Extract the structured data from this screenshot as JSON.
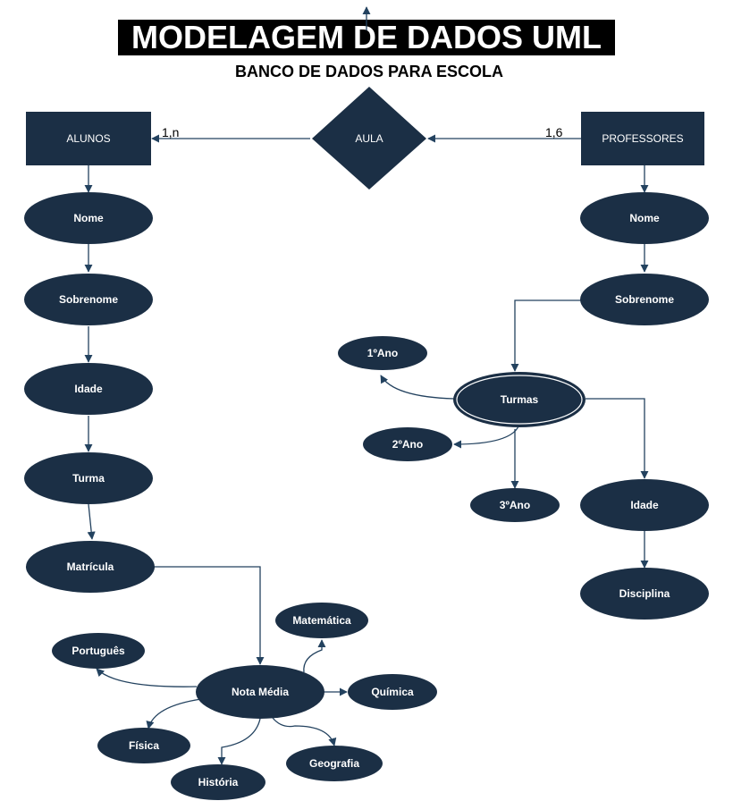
{
  "title": "MODELAGEM DE DADOS UML",
  "subtitle": "BANCO DE DADOS PARA ESCOLA",
  "colors": {
    "node_fill": "#1b2f45",
    "edge": "#23425f",
    "title_bg": "#000000"
  },
  "entities": {
    "alunos": "ALUNOS",
    "professores": "PROFESSORES"
  },
  "relationship": {
    "aula": "AULA"
  },
  "cardinalities": {
    "alunos": "1,n",
    "professores": "1,6"
  },
  "alunos_attributes": {
    "nome": "Nome",
    "sobrenome": "Sobrenome",
    "idade": "Idade",
    "turma": "Turma",
    "matricula": "Matrícula"
  },
  "nota_media": {
    "label": "Nota Média",
    "subjects": {
      "matematica": "Matemática",
      "portugues": "Português",
      "quimica": "Química",
      "fisica": "Física",
      "historia": "História",
      "geografia": "Geografia"
    }
  },
  "professores_attributes": {
    "nome": "Nome",
    "sobrenome": "Sobrenome",
    "turmas": "Turmas",
    "idade": "Idade",
    "disciplina": "Disciplina"
  },
  "turmas_values": {
    "ano1": "1ºAno",
    "ano2": "2ºAno",
    "ano3": "3ºAno"
  }
}
